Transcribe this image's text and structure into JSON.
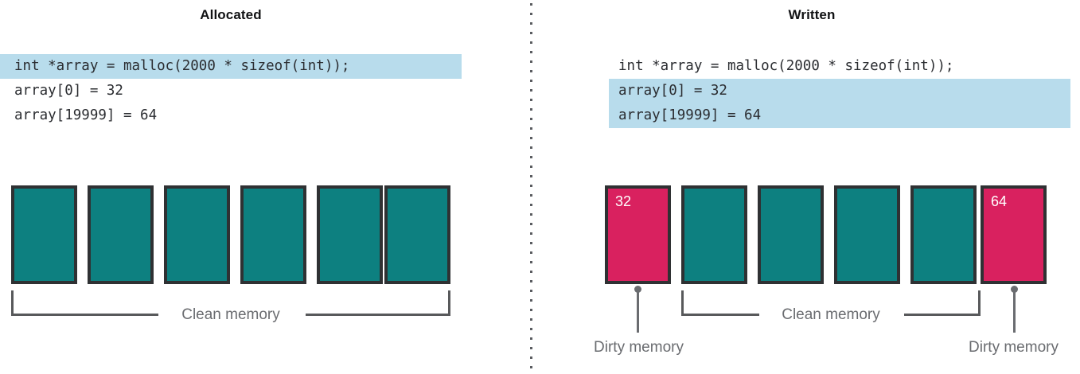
{
  "diagram": {
    "panels": [
      {
        "title": "Allocated",
        "code_lines": [
          {
            "text": "int *array = malloc(2000 * sizeof(int));",
            "highlighted": true
          },
          {
            "text": "array[0] = 32",
            "highlighted": false
          },
          {
            "text": "array[19999] = 64",
            "highlighted": false
          }
        ],
        "blocks": [
          {
            "state": "clean",
            "value": ""
          },
          {
            "state": "clean",
            "value": ""
          },
          {
            "state": "clean",
            "value": ""
          },
          {
            "state": "clean",
            "value": ""
          },
          {
            "state": "clean",
            "value": ""
          },
          {
            "state": "clean",
            "value": ""
          }
        ],
        "clean_bracket_label": "Clean memory",
        "callouts": []
      },
      {
        "title": "Written",
        "code_lines": [
          {
            "text": "int *array = malloc(2000 * sizeof(int));",
            "highlighted": false
          },
          {
            "text": "array[0] = 32",
            "highlighted": true
          },
          {
            "text": "array[19999] = 64",
            "highlighted": true
          }
        ],
        "blocks": [
          {
            "state": "dirty",
            "value": "32"
          },
          {
            "state": "clean",
            "value": ""
          },
          {
            "state": "clean",
            "value": ""
          },
          {
            "state": "clean",
            "value": ""
          },
          {
            "state": "clean",
            "value": ""
          },
          {
            "state": "dirty",
            "value": "64"
          }
        ],
        "clean_bracket_label": "Clean memory",
        "callouts": [
          {
            "label": "Dirty memory"
          },
          {
            "label": "Dirty memory"
          }
        ]
      }
    ],
    "colors": {
      "clean_memory": "#0d8080",
      "dirty_memory": "#d9215f",
      "block_border": "#2f3133",
      "code_highlight": "#b8dcec",
      "annotation": "#6a6c70",
      "title": "#111214"
    }
  }
}
